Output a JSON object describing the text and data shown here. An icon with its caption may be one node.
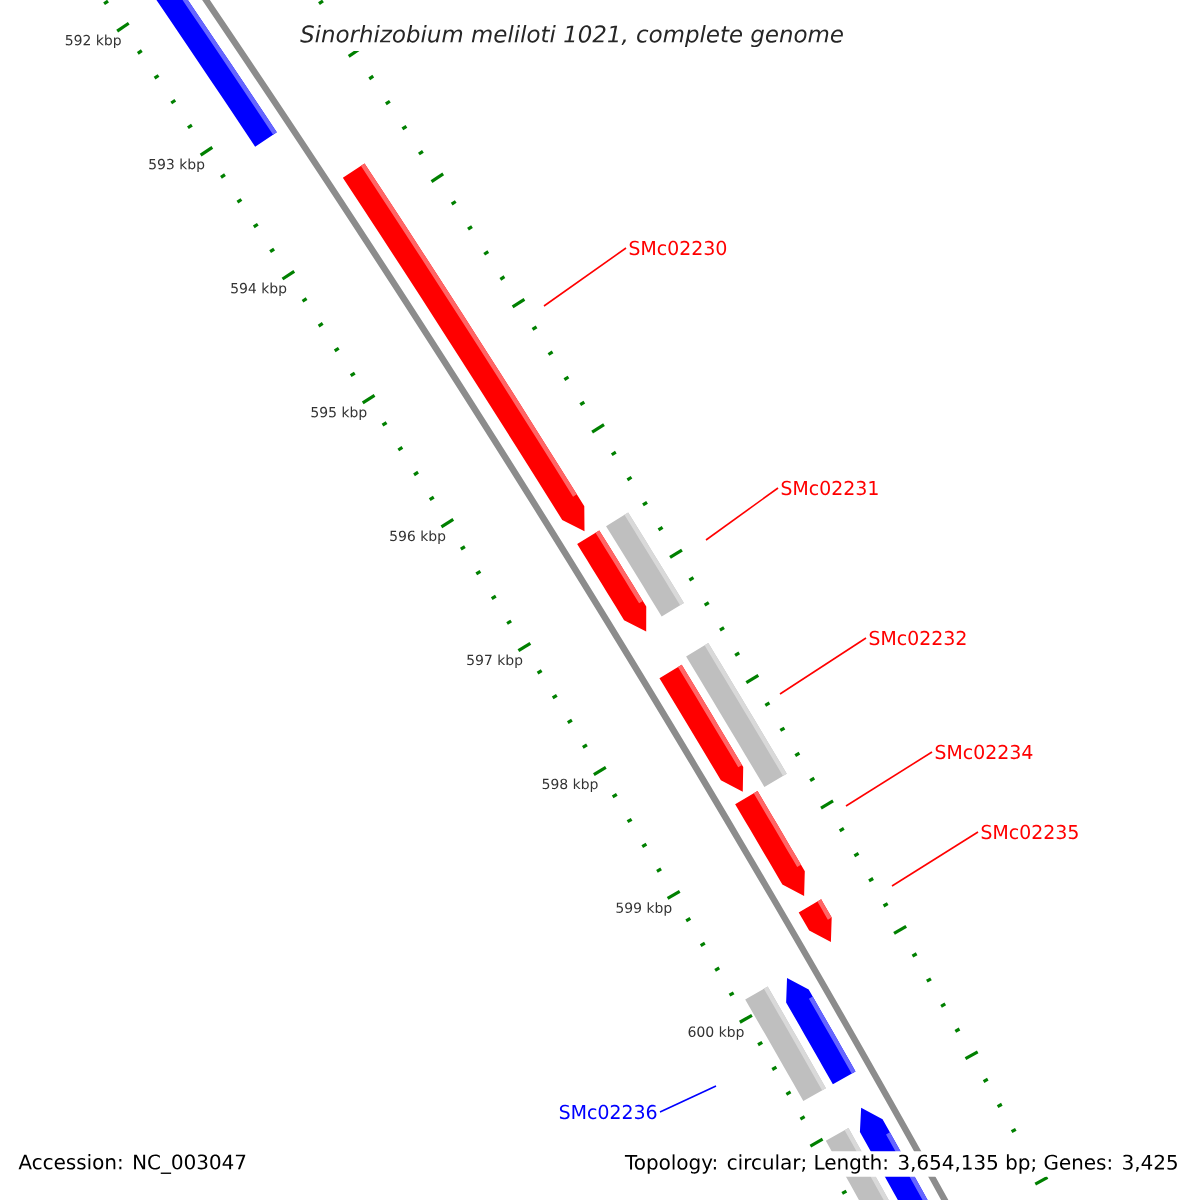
{
  "diagram": {
    "title": "Sinorhizobium meliloti 1021, complete genome",
    "nodes": [
      {
        "text": [
          "SMc02230"
        ]
      },
      {
        "text": [
          "SMc02231"
        ]
      },
      {
        "text": [
          "SMc02232"
        ]
      },
      {
        "text": [
          "SMc02234"
        ]
      },
      {
        "text": [
          "SMc02235"
        ]
      },
      {
        "text": [
          "SMc02236"
        ]
      }
    ],
    "edges": [
      {
        "from": 0,
        "to": null,
        "arrow": "none"
      },
      {
        "from": 1,
        "to": null,
        "arrow": "none"
      },
      {
        "from": 2,
        "to": null,
        "arrow": "none"
      },
      {
        "from": 3,
        "to": null,
        "arrow": "none"
      },
      {
        "from": 4,
        "to": null,
        "arrow": "none"
      },
      {
        "from": 5,
        "to": null,
        "arrow": "none",
        "color": "#0000ff"
      }
    ],
    "labels": [
      "592 kbp",
      "593 kbp",
      "594 kbp",
      "595 kbp",
      "596 kbp",
      "597 kbp",
      "598 kbp",
      "599 kbp",
      "600 kbp",
      "Accession: NC_003047",
      "Topology: circular; Length: 3,654,135 bp; Genes: 3,425"
    ]
  }
}
